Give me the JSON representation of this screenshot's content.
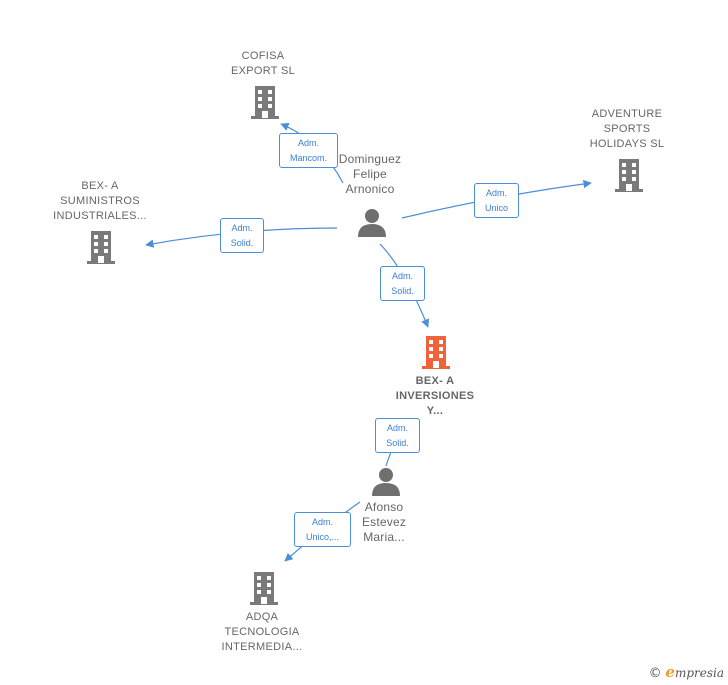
{
  "nodes": {
    "cofisa": [
      "COFISA",
      "EXPORT  SL"
    ],
    "adventure": [
      "ADVENTURE",
      "SPORTS",
      "HOLIDAYS SL"
    ],
    "suministros": [
      "BEX- A",
      "SUMINISTROS",
      "INDUSTRIALES..."
    ],
    "dominguez": [
      "Dominguez",
      "Felipe",
      "Arnonico"
    ],
    "inversiones": [
      "BEX- A",
      "INVERSIONES",
      "Y..."
    ],
    "afonso": [
      "Afonso",
      "Estevez",
      "Maria..."
    ],
    "adqa": [
      "ADQA",
      "TECNOLOGIA",
      "INTERMEDIA..."
    ]
  },
  "edges": {
    "cofisa": [
      "Adm.",
      "Mancom."
    ],
    "adventure": [
      "Adm.",
      "Unico"
    ],
    "suministros": [
      "Adm.",
      "Solid."
    ],
    "inversiones": [
      "Adm.",
      "Solid."
    ],
    "afonso_inversiones": [
      "Adm.",
      "Solid."
    ],
    "adqa": [
      "Adm.",
      "Unico,..."
    ]
  },
  "footer": {
    "copyright": "©",
    "brand_initial": "e",
    "brand_rest": "mpresia"
  },
  "colors": {
    "company": "#7a7a7a",
    "focus_company": "#f0623a",
    "person": "#6f6f6f",
    "edge": "#4a8fd8"
  }
}
